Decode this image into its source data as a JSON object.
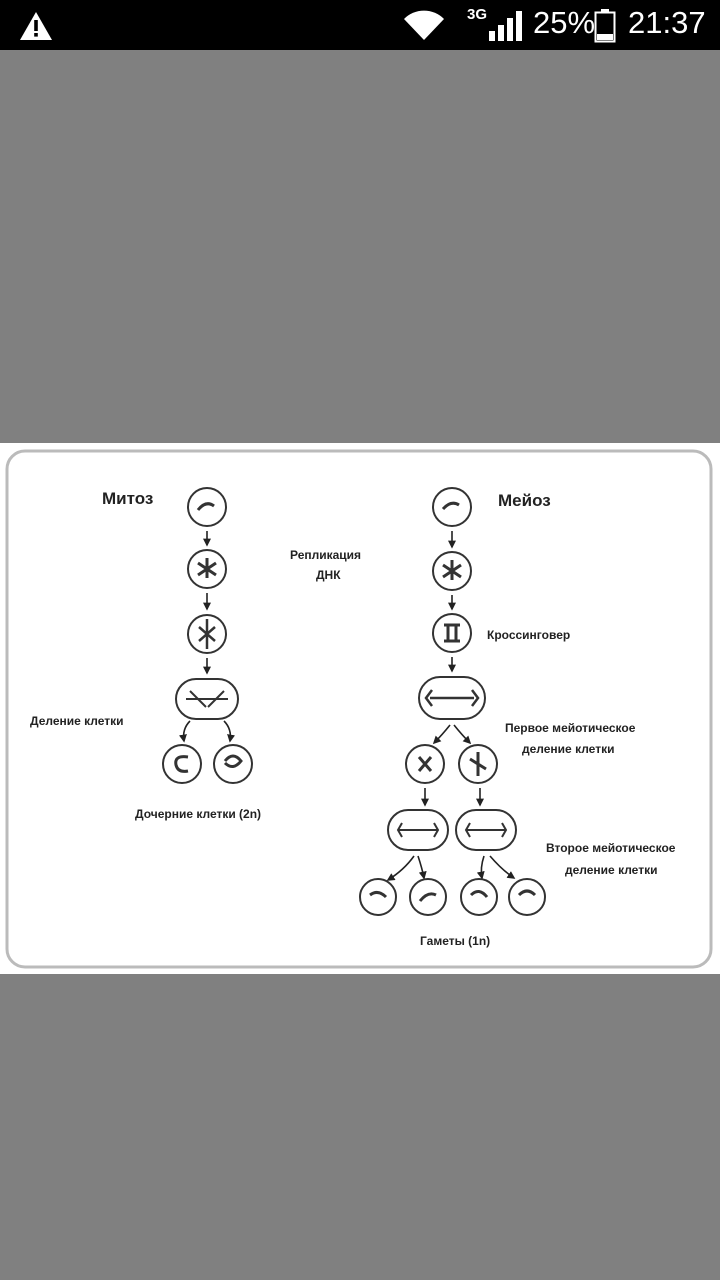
{
  "status_bar": {
    "network_type": "3G",
    "battery_percent": "25%",
    "time": "21:37",
    "icons": [
      "warning-icon",
      "wifi-icon",
      "signal-icon",
      "battery-icon"
    ]
  },
  "diagram": {
    "mitosis_title": "Митоз",
    "meiosis_title": "Мейоз",
    "dna_replication": [
      "Репликация",
      "ДНК"
    ],
    "crossing_over": "Кроссинговер",
    "cell_division": "Деление клетки",
    "daughter_cells": "Дочерние клетки (2n)",
    "first_meiotic": [
      "Первое мейотическое",
      "деление клетки"
    ],
    "second_meiotic": [
      "Второе мейотическое",
      "деление клетки"
    ],
    "gametes": "Гаметы (1n)"
  }
}
